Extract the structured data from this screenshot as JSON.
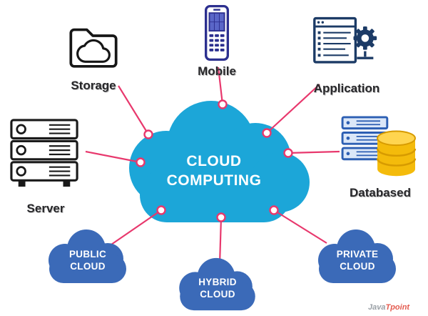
{
  "diagram": {
    "center_label": "CLOUD COMPUTING",
    "nodes": {
      "storage": {
        "label": "Storage",
        "icon": "folder-cloud-icon"
      },
      "mobile": {
        "label": "Mobile",
        "icon": "mobile-phone-icon"
      },
      "application": {
        "label": "Application",
        "icon": "app-window-gear-icon"
      },
      "server": {
        "label": "Server",
        "icon": "server-rack-icon"
      },
      "databased": {
        "label": "Databased",
        "icon": "server-database-icon"
      },
      "public_cloud": {
        "label": "PUBLIC CLOUD",
        "icon": "cloud-shape-icon"
      },
      "hybrid_cloud": {
        "label": "HYBRID CLOUD",
        "icon": "cloud-shape-icon"
      },
      "private_cloud": {
        "label": "PRIVATE CLOUD",
        "icon": "cloud-shape-icon"
      }
    },
    "colors": {
      "center_cloud": "#1ca6d8",
      "sub_cloud": "#3b6ab8",
      "connector": "#e8386d",
      "database_yellow": "#f4bb0b",
      "mobile_blue": "#2c2f8f",
      "application_navy": "#1c3b66",
      "label_text": "#27272a"
    },
    "watermark": {
      "part1": "Java",
      "part2": "Tpoint"
    }
  }
}
